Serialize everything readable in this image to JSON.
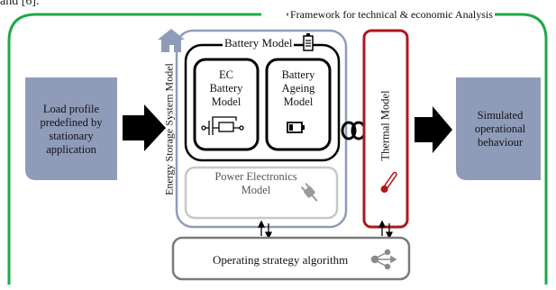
{
  "caption_fragment": "and [6].",
  "framework": {
    "title": "Framework for technical & economic Analysis"
  },
  "input": {
    "label": "Load profile predefined by stationary application"
  },
  "ess": {
    "title": "Energy Storage System Model"
  },
  "battery": {
    "title": "Battery Model",
    "ec_label": "EC Battery Model",
    "ageing_label": "Battery Ageing Model"
  },
  "power_electronics": {
    "label": "Power Electronics Model"
  },
  "thermal": {
    "label": "Thermal Model"
  },
  "output": {
    "label": "Simulated operational behaviour"
  },
  "operating": {
    "label": "Operating strategy algorithm"
  },
  "colors": {
    "framework_green": "#1fa84a",
    "input_box": "#8f9cb9",
    "ess_border": "#8f9cb9",
    "thermal_red": "#b0161c",
    "pe_border": "#c8c8c8",
    "pe_text": "#555555",
    "op_border": "#7a7a7a"
  },
  "icons": [
    "home-icon",
    "battery-icon",
    "capacitor-resistor-icon",
    "battery-small-icon",
    "plug-icon",
    "thermometer-icon",
    "share-icon",
    "chain-link-icon"
  ]
}
